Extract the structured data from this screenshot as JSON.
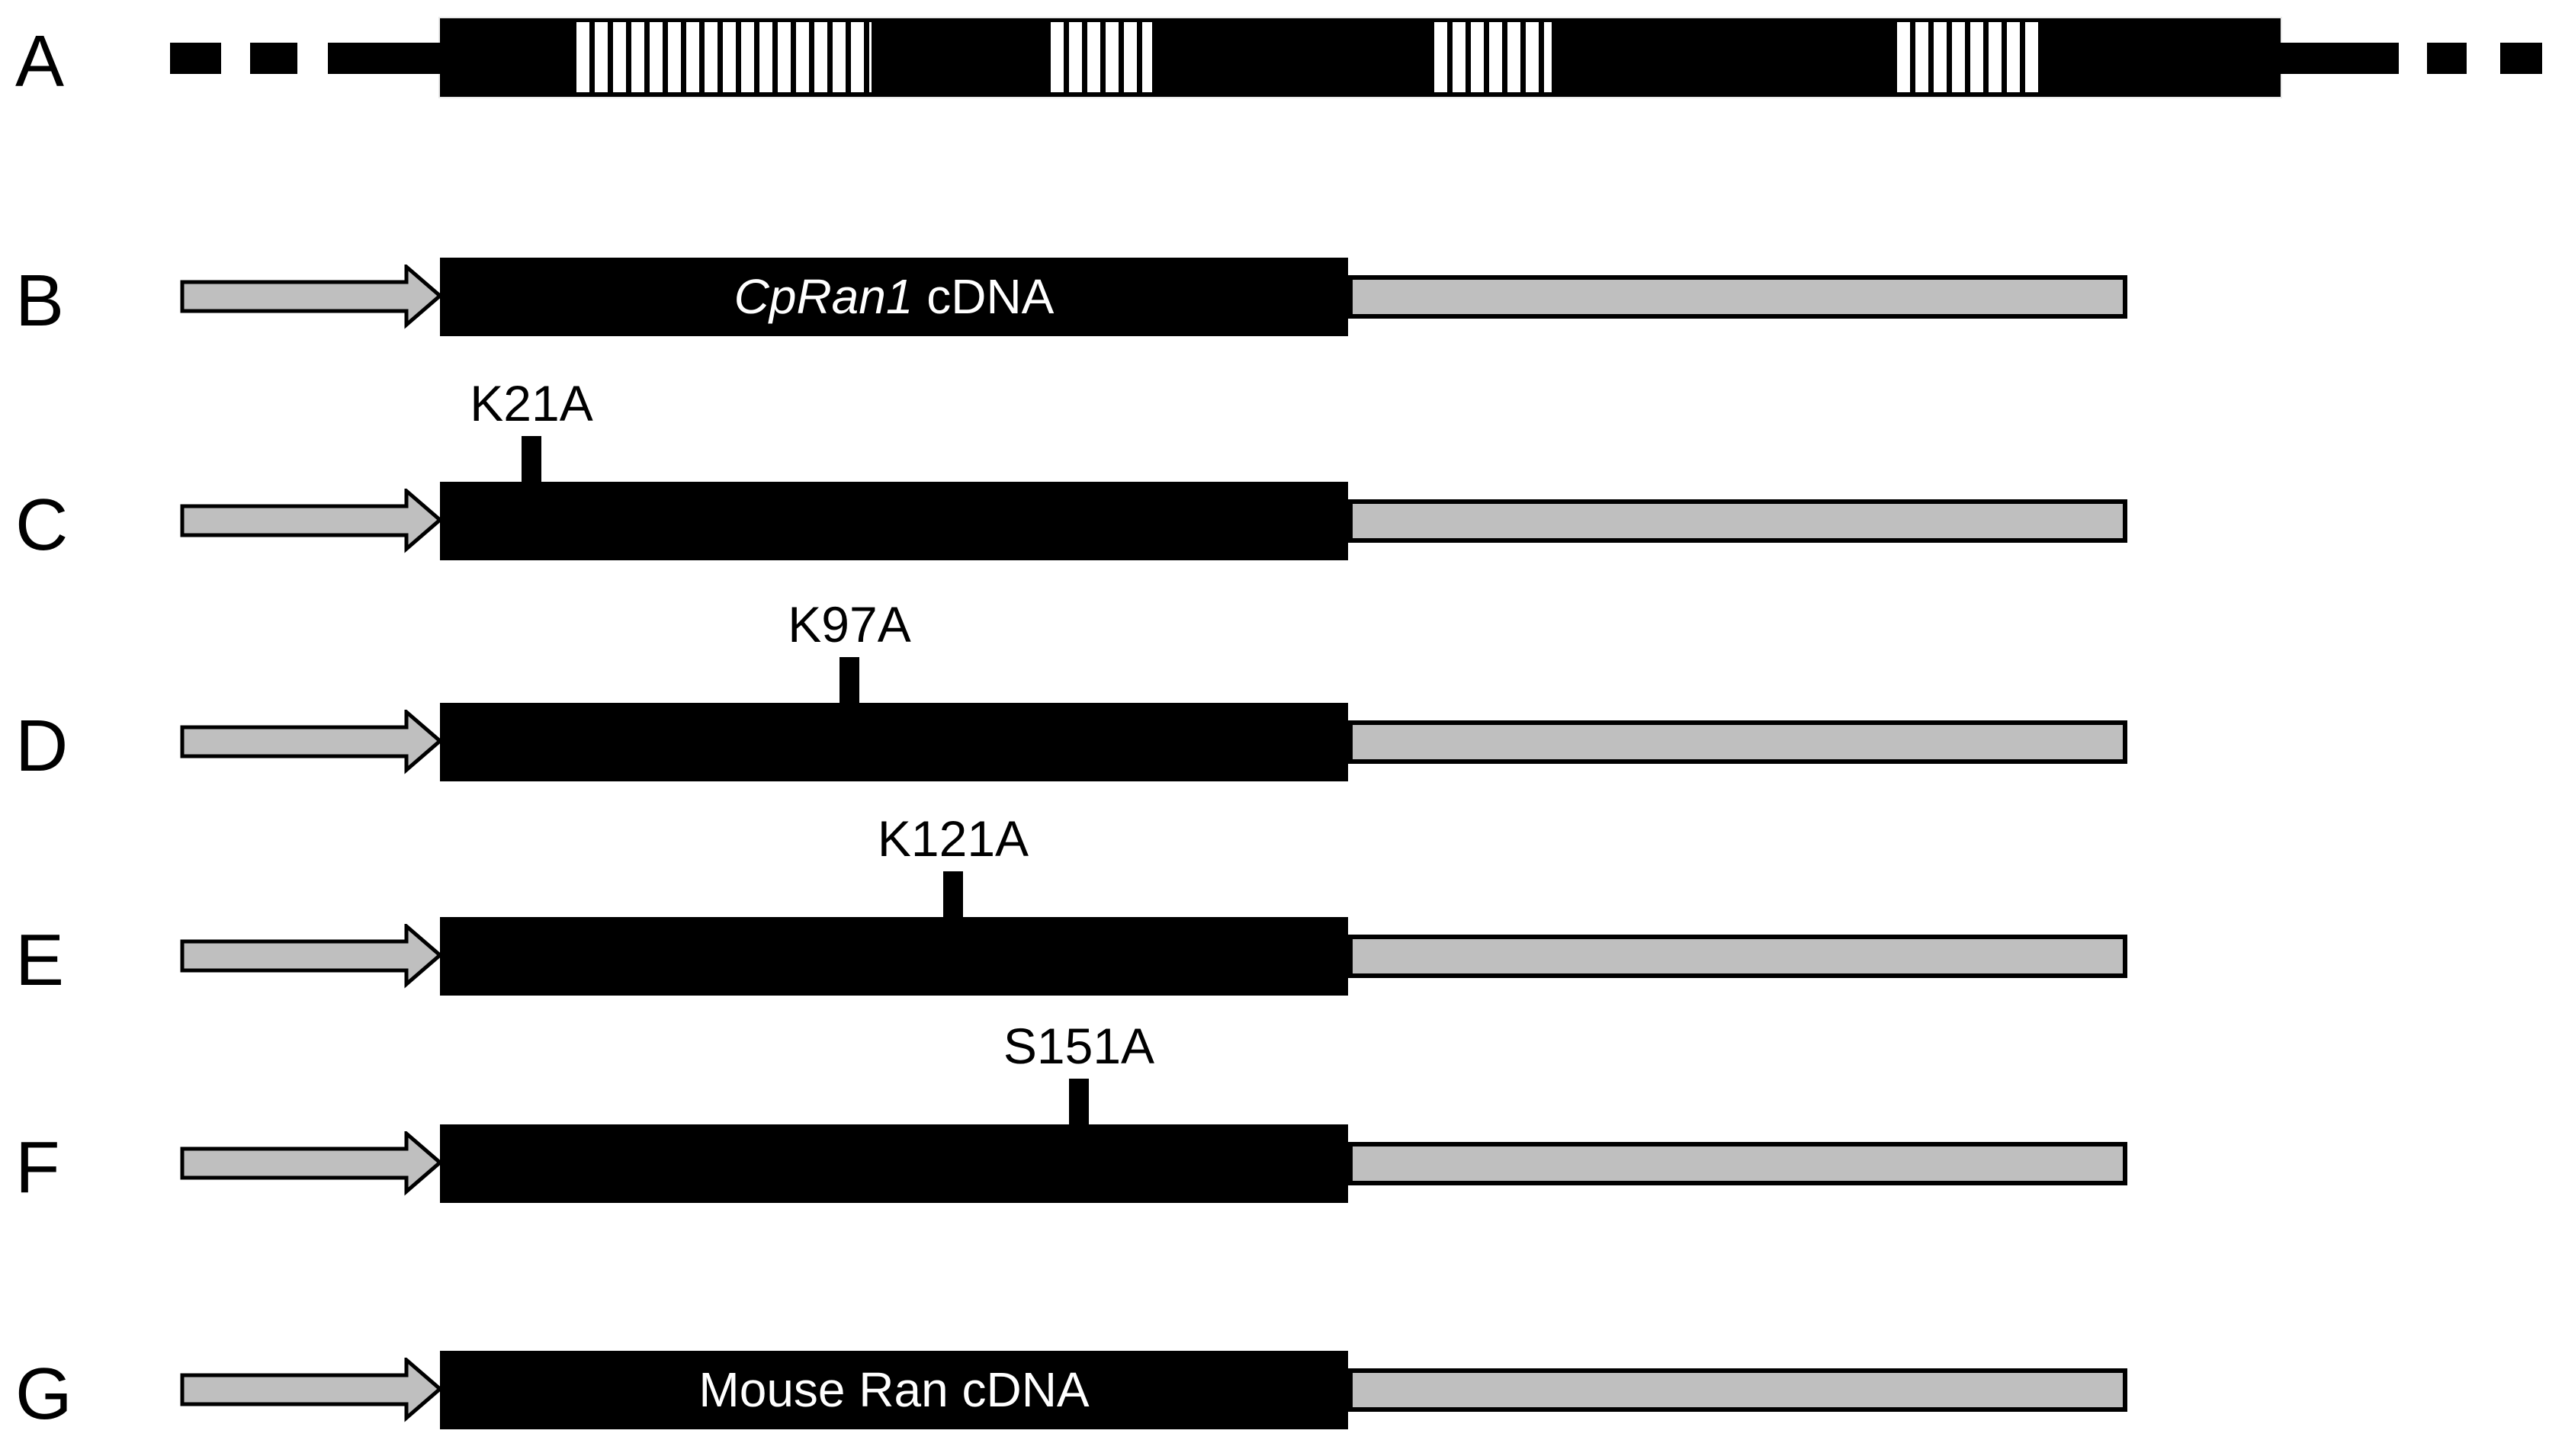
{
  "colors": {
    "bar_black": "#000000",
    "arrow_utr_gray": "#bfbfbf",
    "background": "#ffffff",
    "bar_label_text": "#ffffff",
    "exon_stripe_white": "#ffffff"
  },
  "panels": [
    {
      "label": "A"
    },
    {
      "label": "B",
      "bar_text_italic": "CpRan1",
      "bar_text_regular": " cDNA"
    },
    {
      "label": "C",
      "mutation": "K21A"
    },
    {
      "label": "D",
      "mutation": "K97A"
    },
    {
      "label": "E",
      "mutation": "K121A"
    },
    {
      "label": "F",
      "mutation": "S151A"
    },
    {
      "label": "G",
      "bar_text_regular": "Mouse Ran cDNA"
    }
  ]
}
